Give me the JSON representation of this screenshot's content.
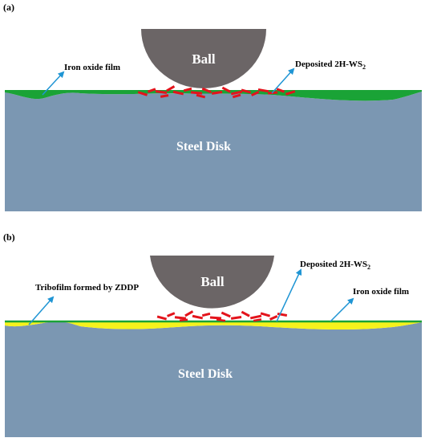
{
  "panels": [
    {
      "label": "(a)",
      "ball_label": "Ball",
      "disk_label": "Steel Disk",
      "annotation_left": "Iron oxide film",
      "annotation_right": "Deposited 2H-WS",
      "annotation_right_sub": "2"
    },
    {
      "label": "(b)",
      "ball_label": "Ball",
      "disk_label": "Steel Disk",
      "annotation_left": "Tribofilm formed by ZDDP",
      "annotation_mid": "Deposited 2H-WS",
      "annotation_mid_sub": "2",
      "annotation_right": "Iron oxide film"
    }
  ],
  "colors": {
    "disk": "#7b97b2",
    "ball": "#6b6566",
    "oxide_film_green": "#1aa336",
    "tribofilm_yellow": "#f6f21c",
    "ws2_flakes": "#e3131b",
    "arrow": "#1f95d4"
  }
}
